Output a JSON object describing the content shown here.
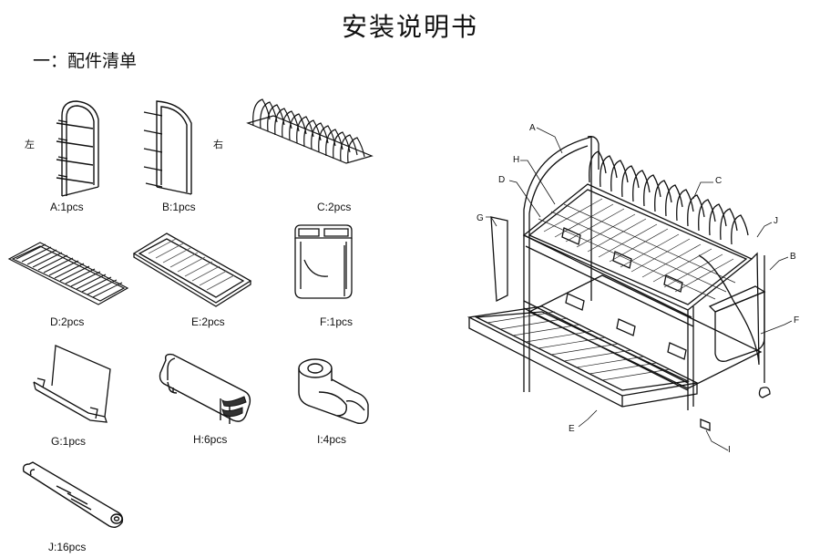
{
  "title": "安装说明书",
  "section_heading": "一：配件清单",
  "side_labels": {
    "left": "左",
    "right": "右"
  },
  "parts": [
    {
      "key": "A",
      "caption": "A:1pcs"
    },
    {
      "key": "B",
      "caption": "B:1pcs"
    },
    {
      "key": "C",
      "caption": "C:2pcs"
    },
    {
      "key": "D",
      "caption": "D:2pcs"
    },
    {
      "key": "E",
      "caption": "E:2pcs"
    },
    {
      "key": "F",
      "caption": "F:1pcs"
    },
    {
      "key": "G",
      "caption": "G:1pcs"
    },
    {
      "key": "H",
      "caption": "H:6pcs"
    },
    {
      "key": "I",
      "caption": "I:4pcs"
    },
    {
      "key": "J",
      "caption": "J:16pcs"
    }
  ],
  "assembly_callouts": [
    "A",
    "H",
    "D",
    "G",
    "C",
    "J",
    "B",
    "F",
    "E",
    "I"
  ]
}
